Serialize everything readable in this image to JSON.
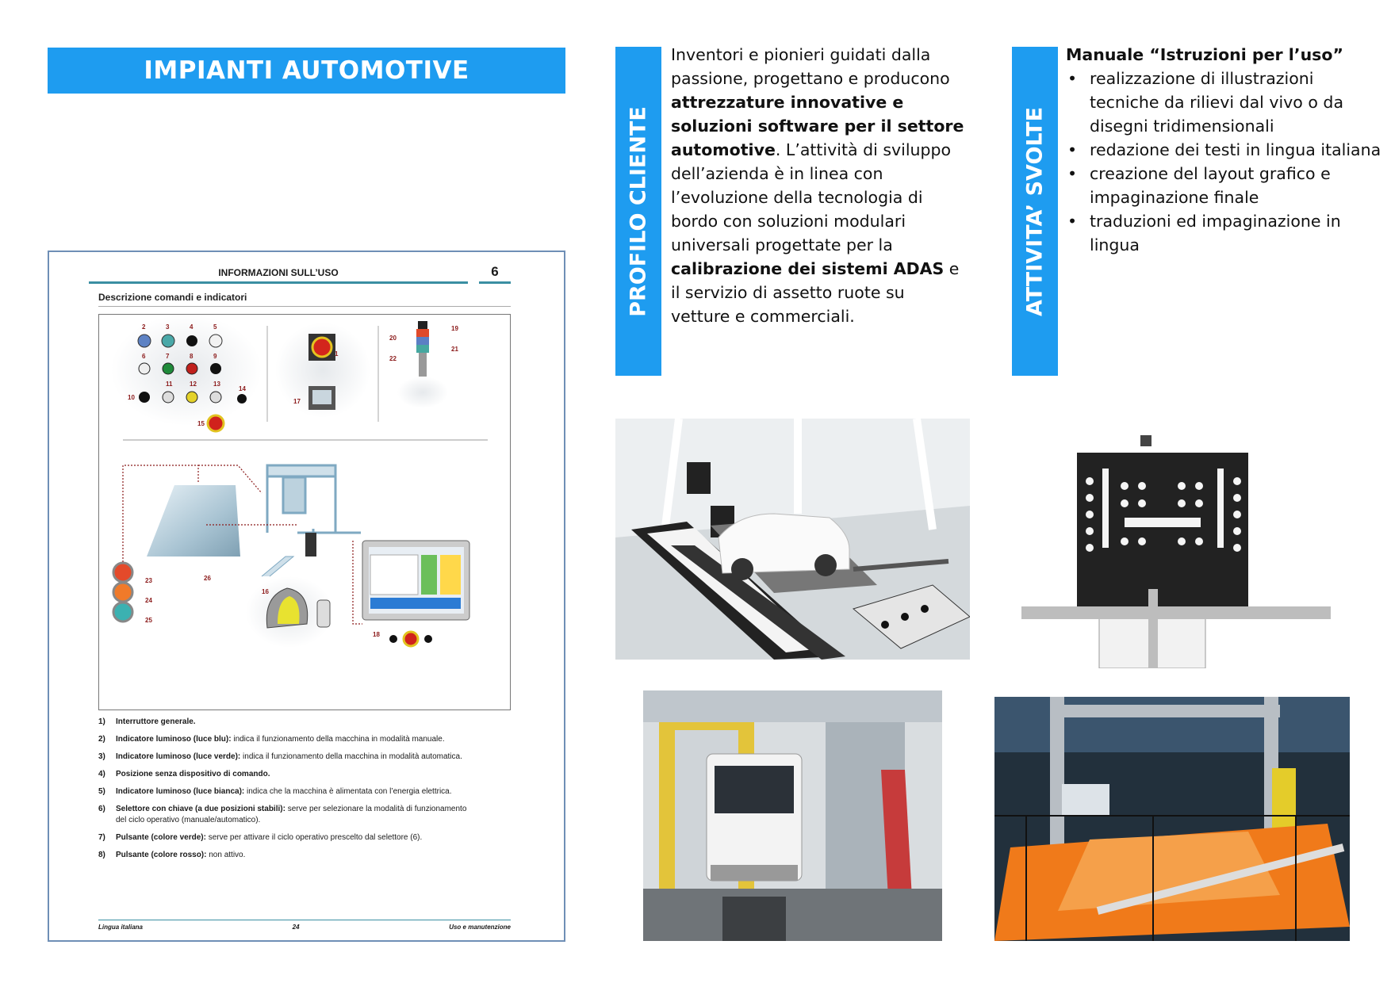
{
  "banner": {
    "title": "IMPIANTI AUTOMOTIVE"
  },
  "manual": {
    "header_title": "INFORMAZIONI SULL’USO",
    "header_number": "6",
    "subtitle": "Descrizione comandi e indicatori",
    "callouts": [
      "1",
      "2",
      "3",
      "4",
      "5",
      "6",
      "7",
      "8",
      "9",
      "10",
      "11",
      "12",
      "13",
      "14",
      "15",
      "16",
      "17",
      "18",
      "19",
      "20",
      "21",
      "22",
      "23",
      "24",
      "25",
      "26"
    ],
    "items": [
      {
        "n": "1)",
        "bold": "Interruttore generale.",
        "rest": ""
      },
      {
        "n": "2)",
        "bold": "Indicatore luminoso (luce blu):",
        "rest": " indica il funzionamento della macchina in modalità manuale."
      },
      {
        "n": "3)",
        "bold": "Indicatore luminoso (luce verde):",
        "rest": " indica il funzionamento della macchina in modalità automatica."
      },
      {
        "n": "4)",
        "bold": "Posizione senza dispositivo di comando.",
        "rest": ""
      },
      {
        "n": "5)",
        "bold": "Indicatore luminoso (luce bianca):",
        "rest": " indica che la macchina è alimentata con l’energia elettrica."
      },
      {
        "n": "6)",
        "bold": "Selettore con chiave (a due posizioni stabili):",
        "rest": " serve per selezionare la modalità di funzionamento del ciclo operativo (manuale/automatico)."
      },
      {
        "n": "7)",
        "bold": "Pulsante (colore verde):",
        "rest": " serve per attivare il ciclo operativo prescelto dal selettore (6)."
      },
      {
        "n": "8)",
        "bold": "Pulsante (colore rosso):",
        "rest": " non attivo."
      }
    ],
    "footer_left": "Lingua italiana",
    "footer_center": "24",
    "footer_right": "Uso e manutenzione"
  },
  "profilo": {
    "label": "PROFILO CLIENTE",
    "p1": "Inventori e pionieri guidati dalla passione, progettano e producono ",
    "b1": "attrezzature innovative e soluzioni software per il settore automotive",
    "p2": ". L’attività di sviluppo dell’azienda è in linea con l’evoluzione della tecnologia di bordo con soluzioni modulari universali progettate per la ",
    "b2": "calibrazione dei sistemi ADAS",
    "p3": " e il servizio di assetto ruote su vetture e commerciali."
  },
  "attivita": {
    "label": "ATTIVITA’ SVOLTE",
    "title": "Manuale “Istruzioni per l’uso”",
    "bullets": [
      "realizzazione di illustrazioni tecniche da rilievi dal vivo o da disegni tridimensionali",
      "redazione dei testi in lingua italiana",
      "creazione del layout grafico e impaginazione finale",
      "traduzioni ed impaginazione in lingua"
    ]
  },
  "colors": {
    "accent": "#1e9cf0",
    "manual_border": "#6f8fb6",
    "rule": "#3a8fa2",
    "callout": "#8b1a1a"
  }
}
